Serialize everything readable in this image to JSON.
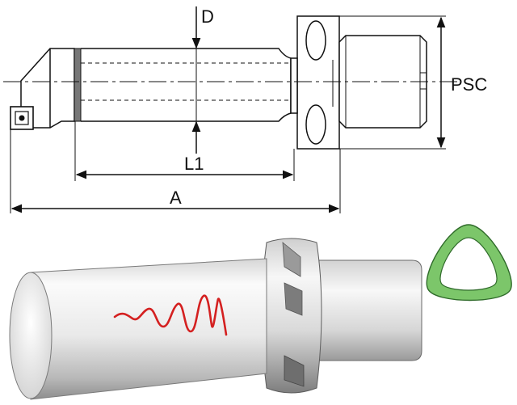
{
  "diagram": {
    "labels": {
      "d": "D",
      "l1": "L1",
      "a": "A",
      "psc": "PSC"
    }
  },
  "colors": {
    "line": "#111111",
    "holder_light": "#f4f4f4",
    "holder_mid": "#c8c8c8",
    "holder_dark": "#8a8a8a",
    "vibration_curve": "#d42020",
    "triangle_fill": "#7cc66a",
    "triangle_stroke": "#2f6b2a"
  },
  "icons": {
    "tool_insert": "square-insert-icon",
    "vibration": "vibration-wave-icon",
    "polygon_profile": "rounded-triangle-profile-icon"
  }
}
